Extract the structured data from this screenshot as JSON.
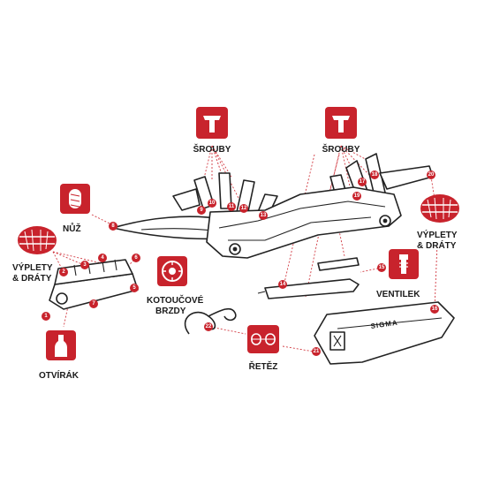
{
  "labels": {
    "srouby_left": "ŠROUBY",
    "srouby_right": "ŠROUBY",
    "nuz": "NŮŽ",
    "vyplety_left_1": "VÝPLETY",
    "vyplety_left_2": "& DRÁTY",
    "vyplety_right_1": "VÝPLETY",
    "vyplety_right_2": "& DRÁTY",
    "kotoucove_1": "KOTOUČOVÉ",
    "kotoucove_2": "BRZDY",
    "ventilek": "VENTILEK",
    "retez": "ŘETĚZ",
    "otvirak": "OTVÍRÁK",
    "brand": "SIGMA"
  },
  "callouts": {
    "c1": "1",
    "c2": "2",
    "c3": "3",
    "c4": "4",
    "c5": "5",
    "c6": "6",
    "c7": "7",
    "c8": "8",
    "c9": "9",
    "c10": "10",
    "c11": "11",
    "c12": "12",
    "c13": "13",
    "c14": "14",
    "c15": "15",
    "c16": "16",
    "c17": "17",
    "c18": "18",
    "c19": "19",
    "c20": "20",
    "c21": "21",
    "c22": "22"
  },
  "colors": {
    "accent": "#c8232c",
    "outline": "#222222",
    "text": "#1a1a1a"
  },
  "icons": {
    "srouby_left": "y-hex-wrench-icon",
    "srouby_right": "y-hex-wrench-icon",
    "nuz": "bread-icon",
    "vyplety_left": "wheel-rim-icon",
    "vyplety_right": "wheel-rim-icon",
    "kotoucove": "brake-disc-icon",
    "ventilek": "tire-valve-icon",
    "retez": "chain-icon",
    "otvirak": "bottle-icon"
  }
}
